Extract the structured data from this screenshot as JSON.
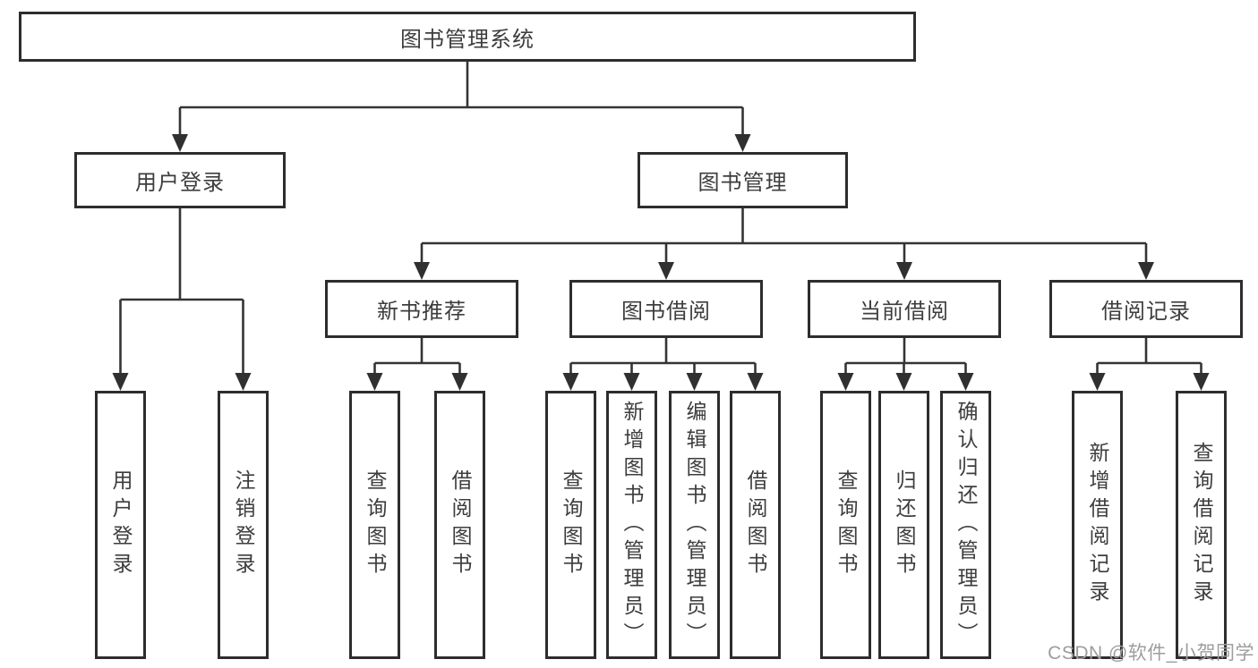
{
  "tree": {
    "root": {
      "label": "图书管理系统"
    },
    "level2": [
      {
        "label": "用户登录"
      },
      {
        "label": "图书管理"
      }
    ],
    "level3": [
      {
        "label": "新书推荐"
      },
      {
        "label": "图书借阅"
      },
      {
        "label": "当前借阅"
      },
      {
        "label": "借阅记录"
      }
    ],
    "leaves": {
      "user_login": [
        {
          "label": "用户登录"
        },
        {
          "label": "注销登录"
        }
      ],
      "new_book_recommend": [
        {
          "label": "查询图书"
        },
        {
          "label": "借阅图书"
        }
      ],
      "book_borrow": [
        {
          "label": "查询图书"
        },
        {
          "label": "新增图书（管理员）"
        },
        {
          "label": "编辑图书（管理员）"
        },
        {
          "label": "借阅图书"
        }
      ],
      "current_borrow": [
        {
          "label": "查询图书"
        },
        {
          "label": "归还图书"
        },
        {
          "label": "确认归还（管理员）"
        }
      ],
      "borrow_records": [
        {
          "label": "新增借阅记录"
        },
        {
          "label": "查询借阅记录"
        }
      ]
    }
  },
  "watermark": {
    "text": "CSDN @软件_小贺同学"
  },
  "colors": {
    "line": "#343434",
    "box_border": "#2d2d2d",
    "text": "#3d3d3d",
    "watermark": "#9d9d9d",
    "background": "#ffffff"
  }
}
